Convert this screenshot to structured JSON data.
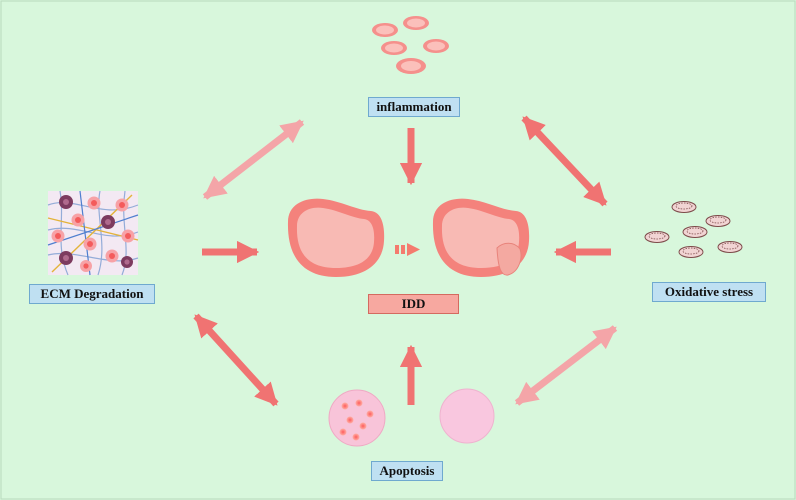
{
  "labels": {
    "inflammation": "inflammation",
    "ecm": "ECM Degradation",
    "oxidative": "Oxidative stress",
    "apoptosis": "Apoptosis",
    "idd": "IDD"
  },
  "colors": {
    "background": "#d8f7dc",
    "arrow_strong": "#f07372",
    "arrow_light": "#f4a5a8",
    "disc": "#f4827c",
    "disc_inner": "#f8bab4",
    "label_fill": "#bfe0f2",
    "idd_fill": "#f7a8a0",
    "cell_pink": "#f8c4d9",
    "cell_purple": "#7d3b5f"
  },
  "icons": [
    "inflammation-cells",
    "ecm-cell-matrix",
    "oxidative-cell-dishes",
    "apoptotic-cell",
    "healthy-cell",
    "normal-disc",
    "degenerated-disc"
  ]
}
